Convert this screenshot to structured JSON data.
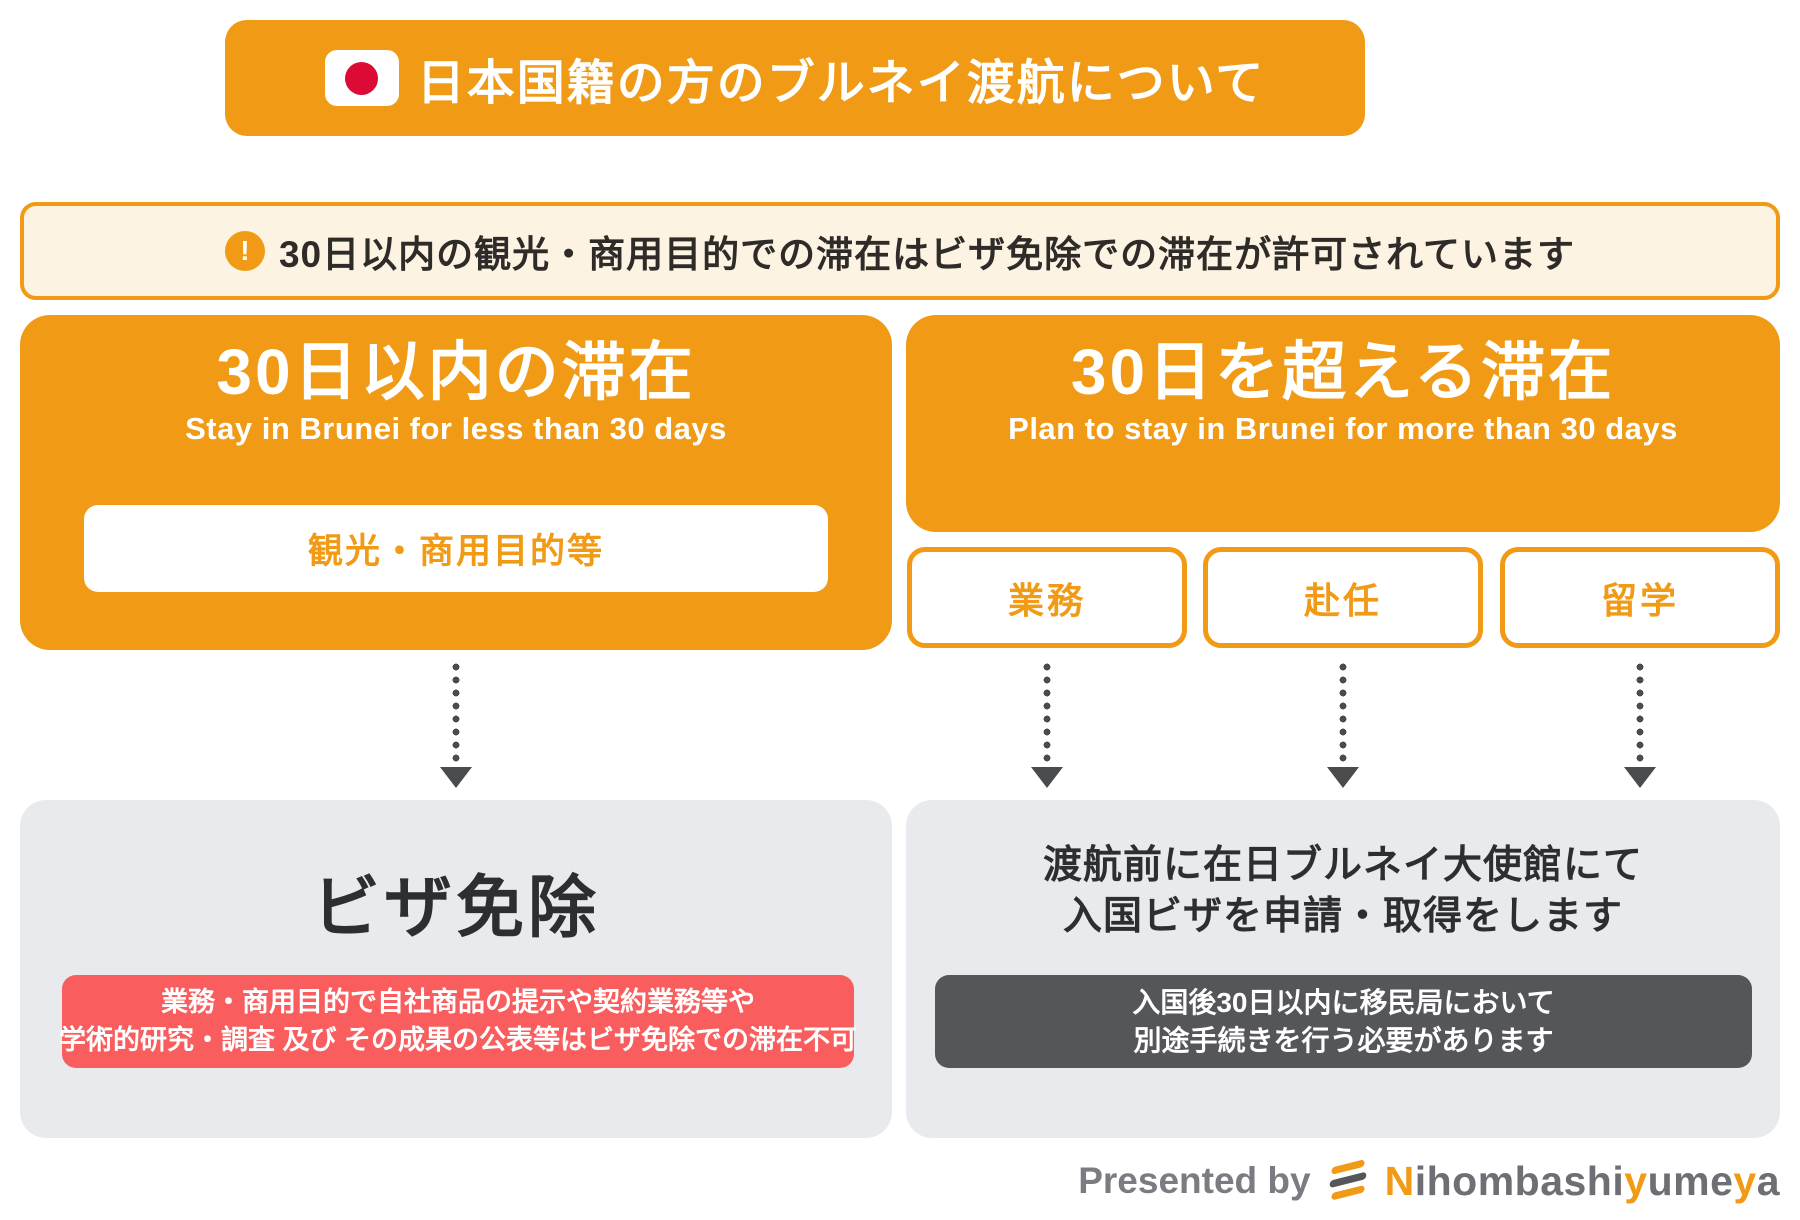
{
  "header": {
    "title": "日本国籍の方のブルネイ渡航について",
    "flag_icon": "japan-flag"
  },
  "notice": {
    "icon": "!",
    "text": "30日以内の観光・商用目的での滞在はビザ免除での滞在が許可されています"
  },
  "short_stay": {
    "title": "30日以内の滞在",
    "subtitle": "Stay in Brunei for less than 30 days",
    "purpose": "観光・商用目的等",
    "result_title": "ビザ免除",
    "warning_line1": "業務・商用目的で自社商品の提示や契約業務等や",
    "warning_line2": "学術的研究・調査 及び その成果の公表等はビザ免除での滞在不可"
  },
  "long_stay": {
    "title": "30日を超える滞在",
    "subtitle": "Plan to stay in Brunei for more than 30 days",
    "purposes": [
      "業務",
      "赴任",
      "留学"
    ],
    "result_line1": "渡航前に在日ブルネイ大使館にて",
    "result_line2": "入国ビザを申請・取得をします",
    "note_line1": "入国後30日以内に移民局において",
    "note_line2": "別途手続きを行う必要があります"
  },
  "footer": {
    "presented_by": "Presented by",
    "brand_segments": [
      {
        "text": "N",
        "color": "#F09A15"
      },
      {
        "text": "ihombashi",
        "color": "#6E6F74"
      },
      {
        "text": "y",
        "color": "#F09A15"
      },
      {
        "text": "ume",
        "color": "#6E6F74"
      },
      {
        "text": "y",
        "color": "#F09A15"
      },
      {
        "text": "a",
        "color": "#6E6F74"
      }
    ]
  },
  "colors": {
    "accent_orange": "#F09A15",
    "notice_background": "#FCF3E3",
    "flag_red": "#DC0A34",
    "result_card_gray": "#E9EAED",
    "warning_red": "#F95D5D",
    "note_dark": "#555659",
    "arrow_gray": "#4A4B4D",
    "heading_dark": "#2C2E30"
  }
}
